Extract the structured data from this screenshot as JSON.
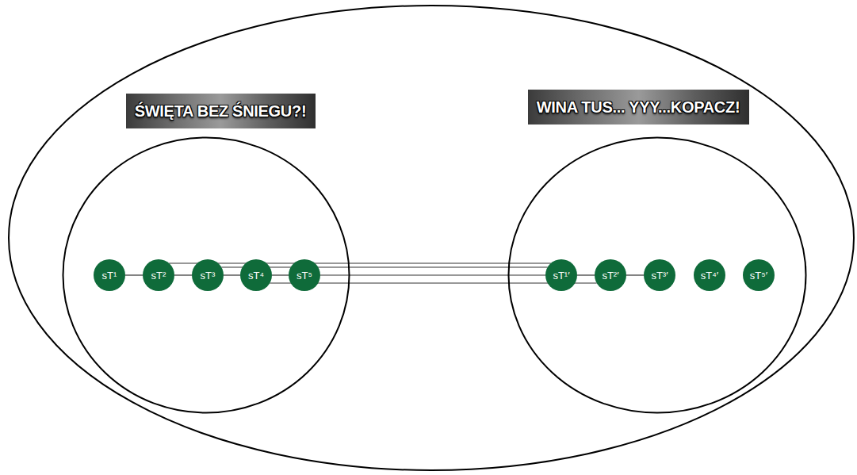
{
  "diagram": {
    "nodes": [
      {
        "text": [
          "ŚWIĘTA BEZ ŚNIEGU?!"
        ]
      },
      {
        "text": [
          "sT¹"
        ],
        "in": 0
      },
      {
        "text": [
          "sT²"
        ],
        "in": 0
      },
      {
        "text": [
          "sT³"
        ],
        "in": 0
      },
      {
        "text": [
          "sT⁴"
        ],
        "in": 0
      },
      {
        "text": [
          "sT⁵"
        ],
        "in": 0
      },
      {
        "text": [
          "WINA TUS... YYY...KOPACZ!"
        ]
      },
      {
        "text": [
          "sT¹′"
        ],
        "in": 6
      },
      {
        "text": [
          "sT²′"
        ],
        "in": 6
      },
      {
        "text": [
          "sT³′"
        ],
        "in": 6
      },
      {
        "text": [
          "sT⁴′"
        ],
        "in": 6
      },
      {
        "text": [
          "sT⁵′"
        ],
        "in": 6
      }
    ],
    "edges": [
      {
        "from": 1,
        "to": 2,
        "arrow": "none"
      },
      {
        "from": 2,
        "to": 3,
        "arrow": "none"
      },
      {
        "from": 3,
        "to": 4,
        "arrow": "none"
      },
      {
        "from": 4,
        "to": 5,
        "arrow": "none"
      },
      {
        "from": 2,
        "to": 7,
        "arrow": "none"
      },
      {
        "from": 3,
        "to": 7,
        "arrow": "none"
      },
      {
        "from": 4,
        "to": 8,
        "arrow": "none"
      },
      {
        "from": 5,
        "to": 7,
        "arrow": "none"
      },
      {
        "from": 7,
        "to": 8,
        "arrow": "none"
      },
      {
        "from": 8,
        "to": 9,
        "arrow": "none"
      }
    ]
  }
}
